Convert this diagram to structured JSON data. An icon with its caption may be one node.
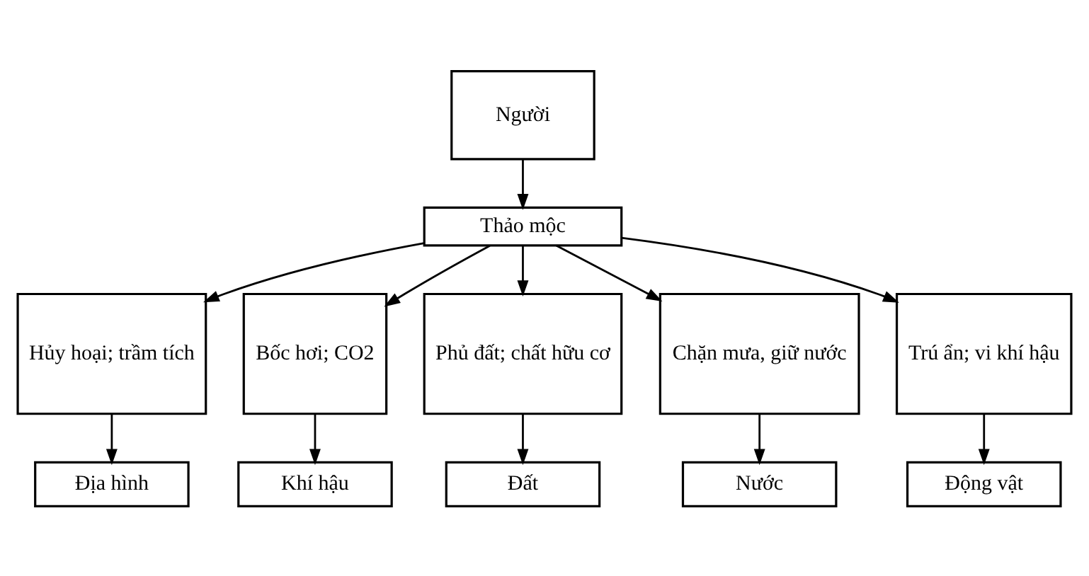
{
  "diagram": {
    "nodes": [
      {
        "text": [
          "Người"
        ]
      },
      {
        "text": [
          "Thảo mộc"
        ]
      },
      {
        "text": [
          "Hủy hoại; trầm tích"
        ]
      },
      {
        "text": [
          "Bốc hơi; CO2"
        ]
      },
      {
        "text": [
          "Phủ đất; chất hữu cơ"
        ]
      },
      {
        "text": [
          "Chặn mưa, giữ nước"
        ]
      },
      {
        "text": [
          "Trú ẩn; vi khí hậu"
        ]
      },
      {
        "text": [
          "Địa hình"
        ]
      },
      {
        "text": [
          "Khí hậu"
        ]
      },
      {
        "text": [
          "Đất"
        ]
      },
      {
        "text": [
          "Nước"
        ]
      },
      {
        "text": [
          "Động vật"
        ]
      }
    ],
    "edges": [
      {
        "from": 0,
        "to": 1,
        "arrow": "to"
      },
      {
        "from": 1,
        "to": 2,
        "arrow": "to"
      },
      {
        "from": 1,
        "to": 3,
        "arrow": "to"
      },
      {
        "from": 1,
        "to": 4,
        "arrow": "to"
      },
      {
        "from": 1,
        "to": 5,
        "arrow": "to"
      },
      {
        "from": 1,
        "to": 6,
        "arrow": "to"
      },
      {
        "from": 2,
        "to": 7,
        "arrow": "to"
      },
      {
        "from": 3,
        "to": 8,
        "arrow": "to"
      },
      {
        "from": 4,
        "to": 9,
        "arrow": "to"
      },
      {
        "from": 5,
        "to": 10,
        "arrow": "to"
      },
      {
        "from": 6,
        "to": 11,
        "arrow": "to"
      }
    ]
  }
}
